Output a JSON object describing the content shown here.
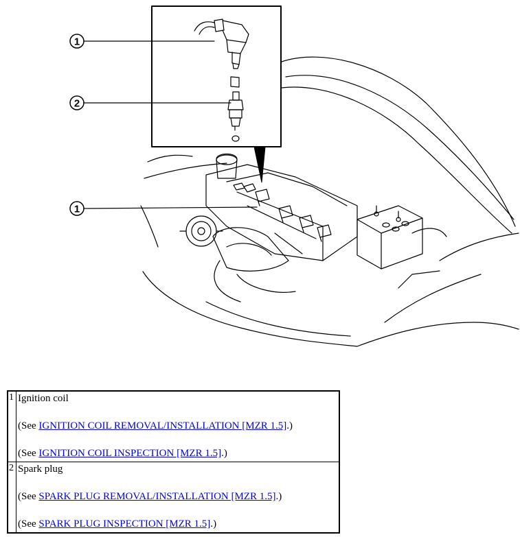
{
  "diagram": {
    "callouts": [
      "1",
      "2",
      "1"
    ]
  },
  "parts": [
    {
      "number": "1",
      "name": "Ignition coil",
      "refs": [
        {
          "prefix": "(See ",
          "link": "IGNITION COIL REMOVAL/INSTALLATION [MZR 1.5]",
          "suffix": ".)"
        },
        {
          "prefix": "(See ",
          "link": "IGNITION COIL INSPECTION [MZR 1.5]",
          "suffix": ".)"
        }
      ]
    },
    {
      "number": "2",
      "name": "Spark plug",
      "refs": [
        {
          "prefix": "(See ",
          "link": "SPARK PLUG REMOVAL/INSTALLATION [MZR 1.5]",
          "suffix": ".)"
        },
        {
          "prefix": "(See ",
          "link": "SPARK PLUG INSPECTION [MZR 1.5]",
          "suffix": ".)"
        }
      ]
    }
  ],
  "colors": {
    "link": "#0000ee",
    "line": "#000000"
  }
}
